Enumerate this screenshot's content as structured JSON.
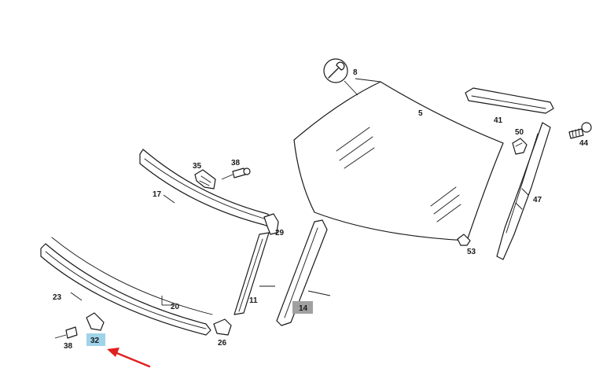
{
  "parts": [
    {
      "id": "5",
      "label": "5"
    },
    {
      "id": "8",
      "label": "8"
    },
    {
      "id": "11",
      "label": "11"
    },
    {
      "id": "14",
      "label": "14",
      "highlight": "#a0a0a0"
    },
    {
      "id": "17",
      "label": "17"
    },
    {
      "id": "20",
      "label": "20"
    },
    {
      "id": "23",
      "label": "23"
    },
    {
      "id": "26",
      "label": "26"
    },
    {
      "id": "29",
      "label": "29"
    },
    {
      "id": "32",
      "label": "32",
      "highlight": "#9fd3ea",
      "selected": true
    },
    {
      "id": "35",
      "label": "35"
    },
    {
      "id": "38a",
      "label": "38"
    },
    {
      "id": "38b",
      "label": "38"
    },
    {
      "id": "41",
      "label": "41"
    },
    {
      "id": "44",
      "label": "44"
    },
    {
      "id": "47",
      "label": "47"
    },
    {
      "id": "50",
      "label": "50"
    },
    {
      "id": "53",
      "label": "53"
    }
  ],
  "colors": {
    "line": "#1a1a1a",
    "arrow": "#e02020",
    "highlight_selected": "#9fd3ea",
    "highlight_gray": "#a0a0a0"
  },
  "icons": {
    "wrench": "wrench-icon",
    "arrow": "pointer-arrow-icon"
  }
}
